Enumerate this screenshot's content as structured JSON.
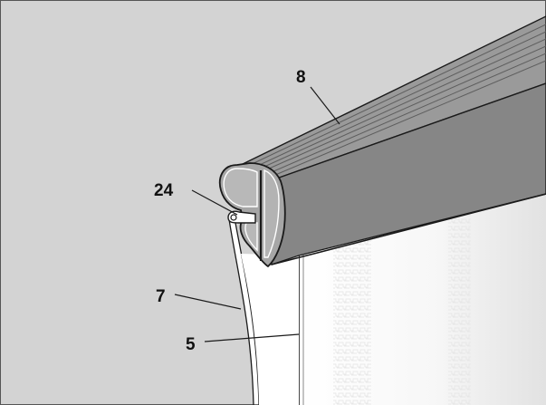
{
  "callouts": [
    {
      "id": "rail",
      "label": "8"
    },
    {
      "id": "clip",
      "label": "24"
    },
    {
      "id": "fabric",
      "label": "7"
    },
    {
      "id": "panel-edge",
      "label": "5"
    }
  ],
  "colors": {
    "wall": "#d3d3d3",
    "profile": "#8c8c8c",
    "profile_top": "#9a9a9a",
    "outline": "#1a1a1a",
    "panel": "#f4f4f4"
  }
}
